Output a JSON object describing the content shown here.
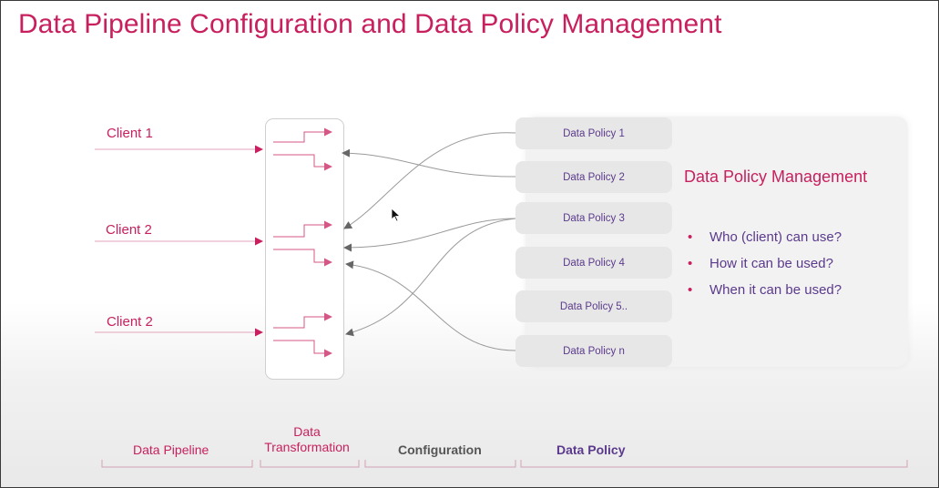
{
  "title": "Data Pipeline Configuration and Data Policy Management",
  "clients": [
    "Client 1",
    "Client 2",
    "Client 2"
  ],
  "policies": [
    "Data Policy 1",
    "Data Policy 2",
    "Data Policy 3",
    "Data Policy 4",
    "Data Policy 5..",
    "Data Policy n"
  ],
  "management": {
    "title": "Data Policy Management",
    "bullets": [
      "Who (client) can use?",
      "How it can be used?",
      "When it can be used?"
    ]
  },
  "bottom": {
    "pipeline": "Data Pipeline",
    "transformation_line1": "Data",
    "transformation_line2": "Transformation",
    "configuration": "Configuration",
    "policy": "Data Policy"
  },
  "colors": {
    "accent": "#c8205e",
    "purple": "#5b3a8c",
    "line": "#8a8a8a"
  }
}
